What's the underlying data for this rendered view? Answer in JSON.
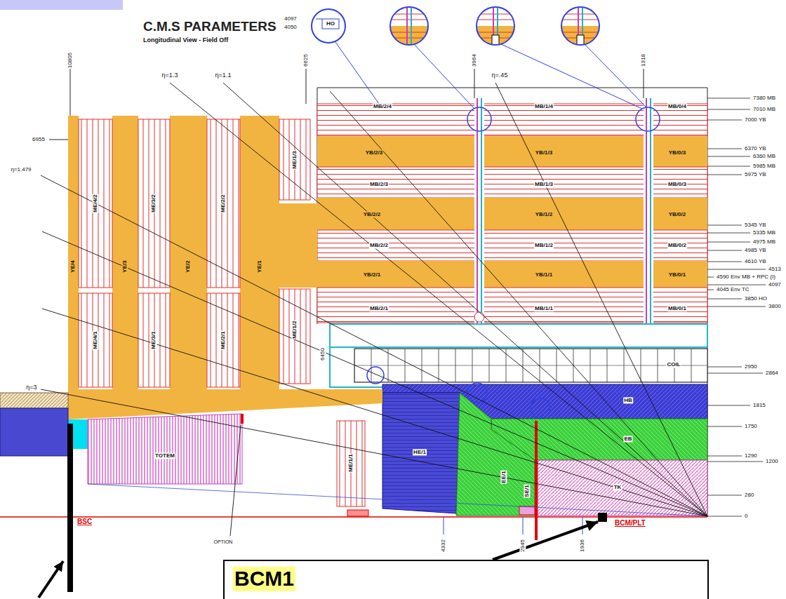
{
  "diagram": {
    "title": "C.M.S PARAMETERS",
    "nodes": [
      {
        "text": [
          "BSC"
        ]
      },
      {
        "text": [
          "BCM/PLT"
        ]
      },
      {
        "text": [
          "BCM1"
        ]
      }
    ],
    "edges": [
      {
        "from": 2,
        "to": 1,
        "arrow": "to"
      }
    ],
    "labels": [
      "Longitudinal View - Field Off",
      "4097",
      "4050",
      "HO",
      "10805",
      "η=1.3",
      "η=1.1",
      "6625",
      "3964",
      "η=.45",
      "1318",
      "6955",
      "MB/2/4",
      "MB/1/4",
      "MB/0/4",
      "YB/2/3",
      "YB/1/3",
      "YB/0/3",
      "MB/2/3",
      "MB/1/3",
      "MB/0/3",
      "YB/2/2",
      "YB/1/2",
      "YB/0/2",
      "MB/2/2",
      "MB/1/2",
      "MB/0/2",
      "YB/2/1",
      "YB/1/1",
      "YB/0/1",
      "MB/2/1",
      "MB/1/1",
      "MB/0/1",
      "η=1.479",
      "ME/4/2",
      "YE/3",
      "ME/3/2",
      "YE/2",
      "ME/2/2",
      "YE/1",
      "ME/1/3",
      "ME/1/2",
      "6450",
      "COIL",
      "HB",
      "EB",
      "TK",
      "ME/1/1",
      "HE/1",
      "EE/1",
      "SE/1",
      "η=3",
      "ME/4/1",
      "ME/3/1",
      "ME/2/1",
      "TOTEM",
      "OPTION",
      "4332",
      "2945",
      "1936",
      "YE/4",
      "7380 MB",
      "7010 MB",
      "7000 YB",
      "6370 YB",
      "6360 MB",
      "5985 MB",
      "5975 YB",
      "5345 YB",
      "5335 MB",
      "4975 MB",
      "4985 YB",
      "4610 YB",
      "4513",
      "4590 Env MB + RPC (I)",
      "4097",
      "4045 Env TC",
      "3850 HO",
      "3800",
      "2950",
      "2864",
      "1815",
      "1750",
      "1290",
      "1200",
      "280",
      "0"
    ]
  }
}
